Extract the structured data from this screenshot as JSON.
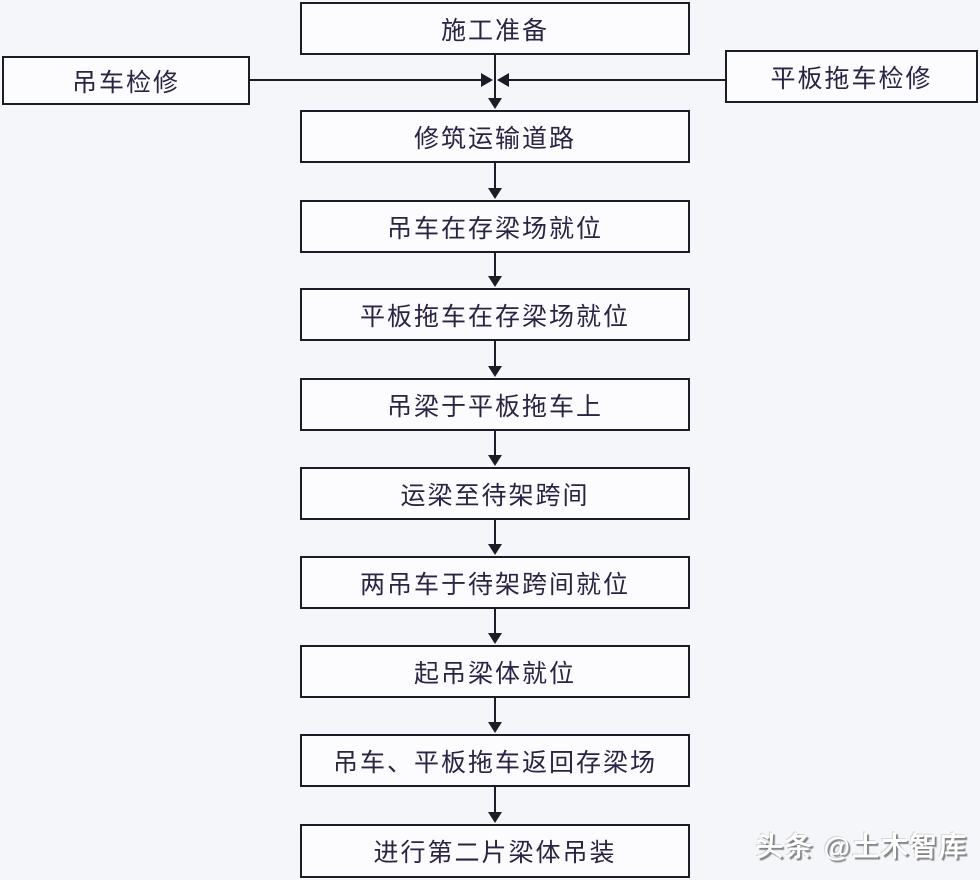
{
  "flowchart": {
    "side_left": {
      "label": "吊车检修"
    },
    "side_right": {
      "label": "平板拖车检修"
    },
    "steps": [
      {
        "label": "施工准备"
      },
      {
        "label": "修筑运输道路"
      },
      {
        "label": "吊车在存梁场就位"
      },
      {
        "label": "平板拖车在存梁场就位"
      },
      {
        "label": "吊梁于平板拖车上"
      },
      {
        "label": "运梁至待架跨间"
      },
      {
        "label": "两吊车于待架跨间就位"
      },
      {
        "label": "起吊梁体就位"
      },
      {
        "label": "吊车、平板拖车返回存梁场"
      },
      {
        "label": "进行第二片梁体吊装"
      }
    ]
  },
  "watermark": {
    "text": "头条 @土木智库"
  },
  "colors": {
    "background": "#f5f6f9",
    "box_fill": "#fcfcfe",
    "box_border": "#1c1c28",
    "text": "#2b2344",
    "line": "#1c1c28",
    "watermark_text": "#ffffff"
  }
}
